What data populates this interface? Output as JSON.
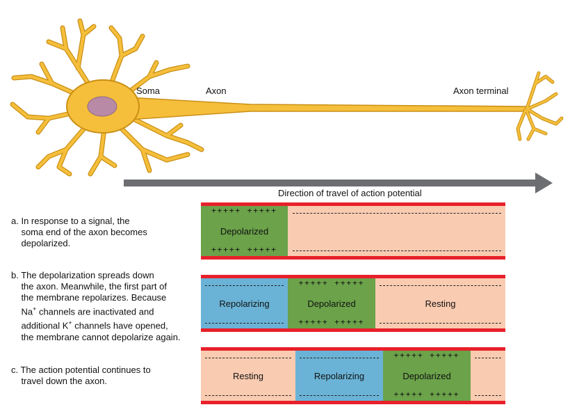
{
  "neuron": {
    "soma_label": "Soma",
    "axon_label": "Axon",
    "terminal_label": "Axon terminal",
    "direction_label": "Direction of travel of action potential"
  },
  "steps": [
    {
      "text_html": "a. In response to a signal, the<br>&nbsp;&nbsp;&nbsp;&nbsp;soma end of the axon becomes<br>&nbsp;&nbsp;&nbsp;&nbsp;depolarized."
    },
    {
      "text_html": "b. The depolarization spreads down<br>&nbsp;&nbsp;&nbsp;&nbsp;the axon. Meanwhile, the first part of<br>&nbsp;&nbsp;&nbsp;&nbsp;the membrane repolarizes. Because<br>&nbsp;&nbsp;&nbsp;&nbsp;Na<sup>+</sup> channels are inactivated and<br>&nbsp;&nbsp;&nbsp;&nbsp;additional K<sup>+</sup> channels have opened,<br>&nbsp;&nbsp;&nbsp;&nbsp;the membrane cannot depolarize again."
    },
    {
      "text_html": "c. The action potential continues to<br>&nbsp;&nbsp;&nbsp;&nbsp;travel down the axon."
    }
  ],
  "states": {
    "depolarized": "Depolarized",
    "repolarizing": "Repolarizing",
    "resting": "Resting",
    "plus_row": "+++++ +++++"
  },
  "colors": {
    "neuron_fill": "#f5bf3b",
    "neuron_outline": "#c98f15",
    "nucleus": "#b98aa6",
    "membrane": "#e8202a",
    "depolarized": "#6ba24a",
    "repolarizing": "#6ab3d6",
    "resting": "#f9cbb1",
    "arrow": "#6d6e71"
  }
}
